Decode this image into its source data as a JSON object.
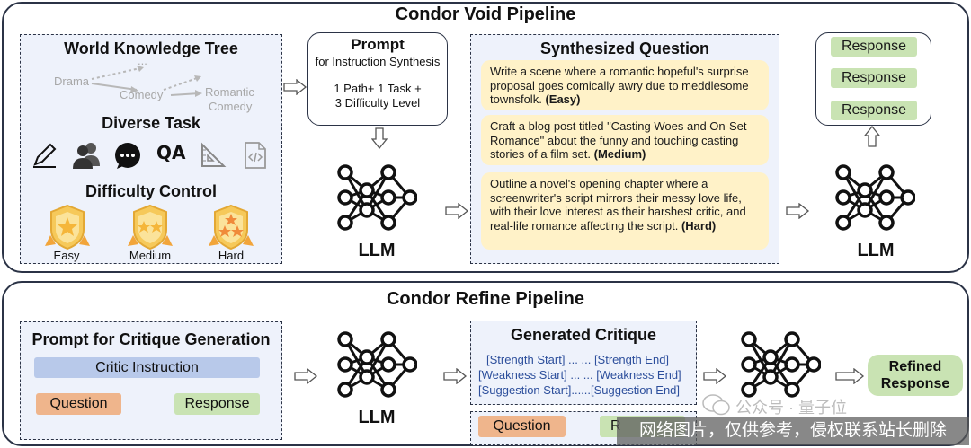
{
  "void": {
    "title": "Condor Void Pipeline",
    "wkt_title": "World Knowledge Tree",
    "tree": {
      "drama": "Drama",
      "comedy": "Comedy",
      "romantic": "Romantic",
      "comedy2": "Comedy",
      "dots": "..."
    },
    "diverse_task": "Diverse Task",
    "task_icons": [
      "pencil-icon",
      "users-icon",
      "chat-bubble-icon",
      "qa-icon",
      "ruler-triangle-icon",
      "code-file-icon"
    ],
    "qa_text": "QA",
    "difficulty_title": "Difficulty Control",
    "badges": [
      "Easy",
      "Medium",
      "Hard"
    ],
    "prompt_title": "Prompt",
    "prompt_sub": "for Instruction Synthesis",
    "prompt_body_1": "1 Path+ 1 Task +",
    "prompt_body_2": "3 Difficulty Level",
    "llm_1": "LLM",
    "synth_title": "Synthesized Question",
    "questions": [
      {
        "text": "Write a scene where a romantic hopeful's surprise proposal goes comically awry due to meddlesome townsfolk.",
        "level": "(Easy)"
      },
      {
        "text": "Craft a blog post titled \"Casting Woes and On-Set Romance\" about the funny and touching casting stories of a film set.",
        "level": "(Medium)"
      },
      {
        "text": "Outline a novel's opening chapter where a screenwriter's script mirrors their messy love life, with their love interest as their harshest critic, and real-life romance affecting the script.",
        "level": "(Hard)"
      }
    ],
    "llm_2": "LLM",
    "responses": [
      "Response",
      "Response",
      "Response"
    ]
  },
  "refine": {
    "title": "Condor Refine Pipeline",
    "prompt_title": "Prompt for Critique Generation",
    "critic_instruction": "Critic Instruction",
    "question": "Question",
    "response": "Response",
    "llm_1": "LLM",
    "critique_title": "Generated Critique",
    "critique_lines": [
      "[Strength Start] ... ... [Strength End]",
      "[Weakness Start] ... ... [Weakness End]",
      "[Suggestion Start]......[Suggestion End]"
    ],
    "bottom_question": "Question",
    "bottom_response": "R",
    "refined_1": "Refined",
    "refined_2": "Response"
  },
  "watermark": {
    "logo_text": "公众号 · 量子位",
    "banner": "网络图片，仅供参考，侵权联系站长删除"
  },
  "colors": {
    "note_bg": "#fff2c8",
    "response_bg": "#c9e3b3",
    "critic_bg": "#b8c9ea",
    "question_bg": "#efb58c",
    "panel_bg": "#eef2fb",
    "critique_text": "#2d4f9c"
  }
}
